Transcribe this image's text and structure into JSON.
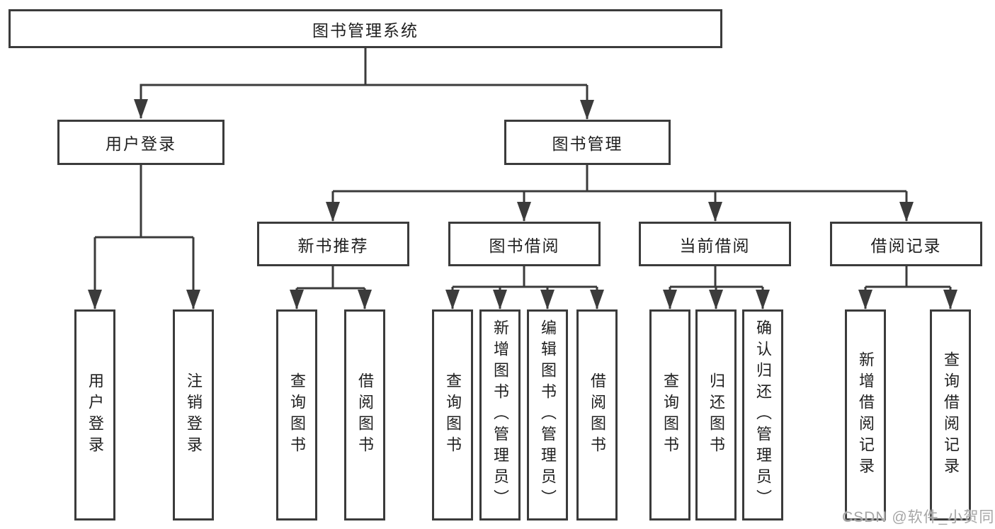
{
  "tree": {
    "label": "图书管理系统",
    "children": [
      {
        "label": "用户登录",
        "children": [
          {
            "label": "用户登录"
          },
          {
            "label": "注销登录"
          }
        ]
      },
      {
        "label": "图书管理",
        "children": [
          {
            "label": "新书推荐",
            "children": [
              {
                "label": "查询图书"
              },
              {
                "label": "借阅图书"
              }
            ]
          },
          {
            "label": "图书借阅",
            "children": [
              {
                "label": "查询图书"
              },
              {
                "label": "新增图书（管理员）"
              },
              {
                "label": "编辑图书（管理员）"
              },
              {
                "label": "借阅图书"
              }
            ]
          },
          {
            "label": "当前借阅",
            "children": [
              {
                "label": "查询图书"
              },
              {
                "label": "归还图书"
              },
              {
                "label": "确认归还（管理员）"
              }
            ]
          },
          {
            "label": "借阅记录",
            "children": [
              {
                "label": "新增借阅记录"
              },
              {
                "label": "查询借阅记录"
              }
            ]
          }
        ]
      }
    ]
  },
  "watermark": "CSDN @软件_小贺同学",
  "colors": {
    "line": "#3b3b3b",
    "border": "#3b3b3b",
    "text": "#1f1f1f",
    "background": "#ffffff",
    "watermark": "#a6a6a6"
  }
}
